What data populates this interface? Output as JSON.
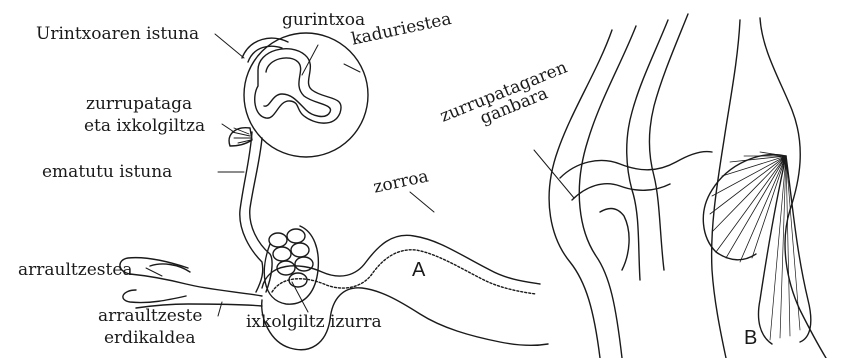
{
  "figure": {
    "labels": {
      "urintxoaren_istuna": "Urintxoaren istuna",
      "gurintxoa": "gurintxoa",
      "kaduriestea": "kaduriestea",
      "zurrupataga": "zurrupataga",
      "eta_ixkolgiltza": "eta ixkolgiltza",
      "ematutu_istuna": "ematutu istuna",
      "zorroa": "zorroa",
      "arraultzestea": "arraultzestea",
      "arraultzeste": "arraultzeste",
      "erdikaldea": "erdikaldea",
      "ixkolgiltz_izurra": "ixkolgiltz izurra",
      "zurrupatagaren": "zurrupatagaren",
      "ganbara": "ganbara"
    },
    "panels": {
      "a": "A",
      "b": "B"
    }
  }
}
